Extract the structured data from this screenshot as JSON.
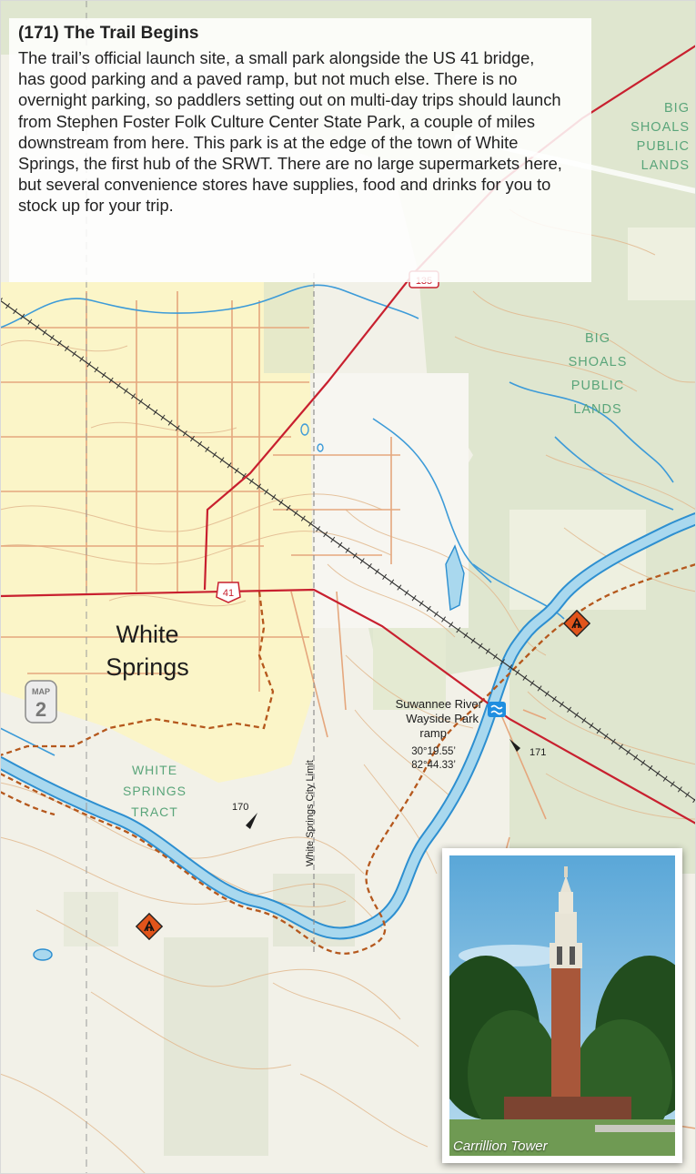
{
  "section": {
    "heading": "(171) The Trail Begins",
    "body": "The trail’s official launch site, a small park alongside the US 41 bridge, has good parking and a paved ramp, but not much else. There is no overnight parking, so paddlers setting out on multi-day trips should launch from Stephen Foster Folk Culture Center State Park, a couple of miles downstream from here. This park is at the edge of the town of White Springs, the first hub of the SRWT. There are no large supermarkets here, but several convenience stores have supplies, food and drinks for you to stock up for your trip."
  },
  "map": {
    "town": [
      "White",
      "Springs"
    ],
    "public_lands_top": [
      "BIG",
      "SHOALS",
      "PUBLIC",
      "LANDS"
    ],
    "public_lands_mid": [
      "BIG",
      "SHOALS",
      "PUBLIC",
      "LANDS"
    ],
    "tract": [
      "WHITE",
      "SPRINGS",
      "TRACT"
    ],
    "city_limit": "White Springs City Limit",
    "route_us41": "41",
    "route_135": "135",
    "map_badge_word": "MAP",
    "map_badge_number": "2",
    "ramp_name": [
      "Suwannee River",
      "Wayside Park",
      "ramp"
    ],
    "ramp_coords": [
      "30°19.55’",
      "82°44.33’"
    ],
    "mile_170": "170",
    "mile_171": "171",
    "icons": [
      "campground-icon",
      "campground-icon",
      "boat-ramp-icon",
      "mile-marker-icon"
    ],
    "colors": {
      "river": "#a9d8ee",
      "river_edge": "#2d8fd0",
      "public_land": "#dfe6cf",
      "town_area": "#fbf5c8",
      "road_major": "#c8202f",
      "trail": "#b5581d",
      "hazard_icon": "#e1541b"
    }
  },
  "photo": {
    "caption": "Carrillion Tower"
  }
}
